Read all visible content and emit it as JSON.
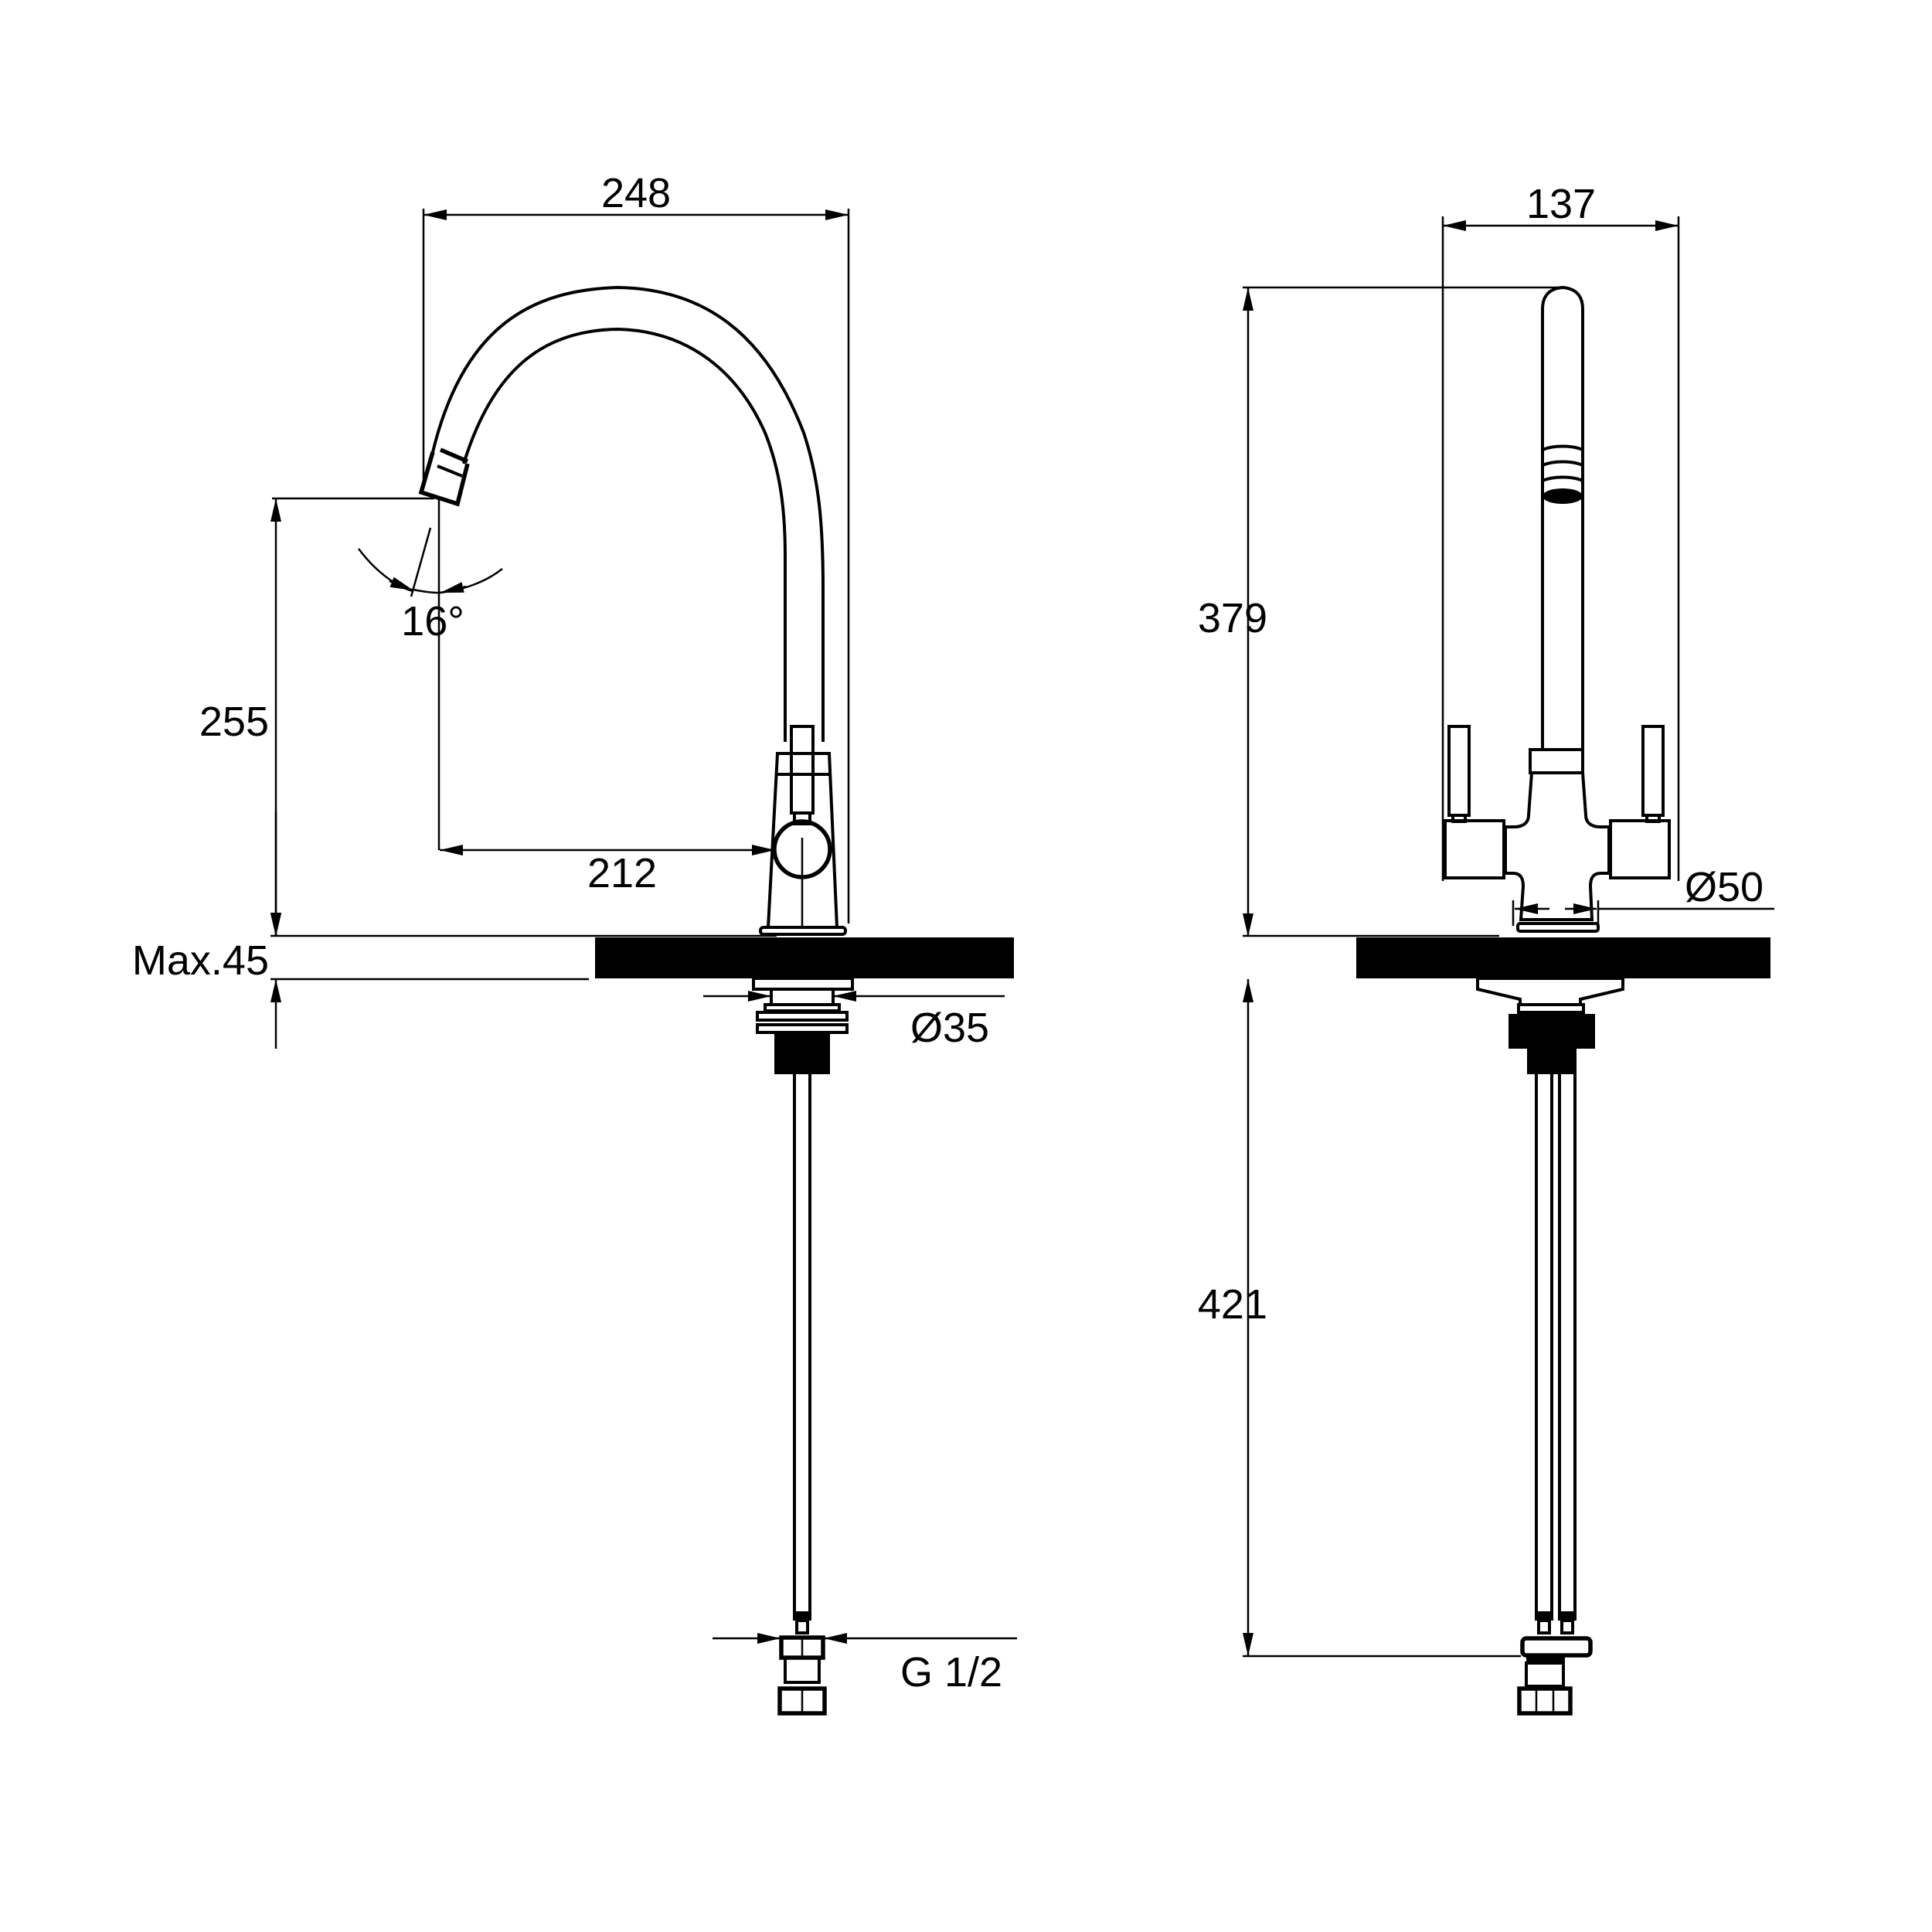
{
  "drawing": {
    "type": "technical-dimension-drawing",
    "subject": "kitchen mixer tap (two-handle, swivel spout)",
    "units": "mm",
    "background_color": "#ffffff",
    "line_color": "#000000"
  },
  "side_view": {
    "dimensions": {
      "overall_width": "248",
      "spout_angle": "16°",
      "spout_outlet_height": "255",
      "spout_reach": "212",
      "max_countertop_thickness": "Max.45",
      "mounting_hole_diameter": "Ø35",
      "connection_thread": "G 1/2"
    }
  },
  "front_view": {
    "dimensions": {
      "overall_width": "137",
      "height_above_counter": "379",
      "base_diameter": "Ø50",
      "hose_length_below_counter": "421"
    }
  }
}
